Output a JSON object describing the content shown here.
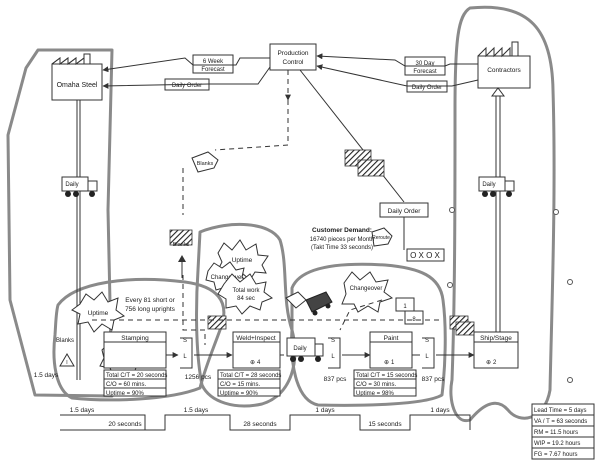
{
  "title": "",
  "entities": {
    "supplier": "Omaha Steel",
    "production_control": [
      "Production",
      "Control"
    ],
    "customer": "Contractors"
  },
  "info_flow": {
    "six_week_forecast": [
      "6 Week",
      "Forecast"
    ],
    "daily_order_supplier": "Daily Order",
    "thirty_day_forecast": [
      "30 Day",
      "Forecast"
    ],
    "daily_order_customer": "Daily Order",
    "daily_order_center": "Daily Order"
  },
  "shipments": {
    "inbound_label": "Daily",
    "outbound_label": "Daily",
    "middle_label": "Daily"
  },
  "customer_demand": {
    "title": "Customer Demand:",
    "line1": "16740 pieces per Month",
    "line2": "(Takt Time 33 seconds)"
  },
  "kanban": {
    "blanks_signal": "Blanks",
    "blanks_withdrawal": "Blanks",
    "reroute_signal": "Reroute",
    "batch_1": "1",
    "batch_8": "8"
  },
  "kaizen": {
    "uptime_top": "Uptime",
    "changeover_top": "Changeover",
    "total_work": [
      "Total work",
      "84 sec"
    ],
    "uptime_left": "Uptime",
    "changeover_left": "changeover",
    "changeover_right": "Changeover"
  },
  "annotations": {
    "uprights": [
      "Every 81 short or",
      "756 long uprights"
    ]
  },
  "inventory": {
    "blanks_label": "Blanks",
    "blanks_days": "1.5 days",
    "pcs_1256": "1256 pcs",
    "pcs_837_a": "837 pcs",
    "pcs_837_b": "837 pcs",
    "supermarket_s": "S",
    "supermarket_l": "L"
  },
  "processes": [
    {
      "name": "Stamping",
      "operators": "",
      "ct": "Total C/T = 20 seconds",
      "co": "C/O = 60 mins.",
      "uptime": "Uptime = 90%"
    },
    {
      "name": "Weld+Inspect",
      "operators": "4",
      "ct": "Total C/T = 28 seconds",
      "co": "C/O = 15 mins.",
      "uptime": "Uptime = 90%"
    },
    {
      "name": "Paint",
      "operators": "1",
      "ct": "Total C/T = 15 seconds",
      "co": "C/O = 30 mins.",
      "uptime": "Uptime = 98%"
    },
    {
      "name": "Ship/Stage",
      "operators": "2",
      "ct": "",
      "co": "",
      "uptime": ""
    }
  ],
  "timeline": {
    "lead_days": [
      "1.5 days",
      "1.5 days",
      "1 days",
      "1 days"
    ],
    "process_times": [
      "20 seconds",
      "28 seconds",
      "15 seconds"
    ]
  },
  "summary": {
    "lead_time": "Lead Time = 5 days",
    "va_t": "VA / T = 63 seconds",
    "rm": "RM = 11.5 hours",
    "wip": "WIP = 19.2 hours",
    "fg": "FG = 7.67 hours"
  },
  "colors": {
    "outline": "#8a8a8a",
    "ink": "#333333"
  }
}
